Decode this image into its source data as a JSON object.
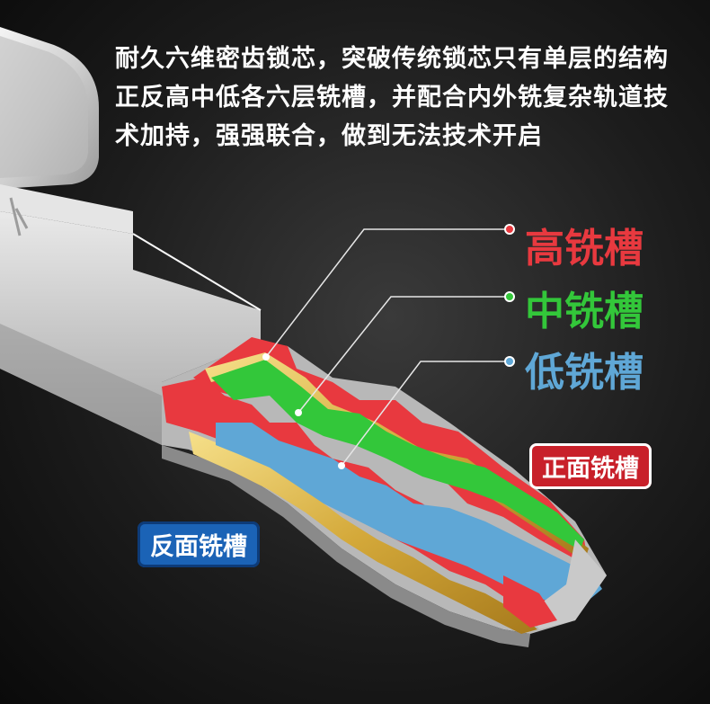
{
  "intro": {
    "line1": "耐久六维密齿锁芯，突破传统锁芯只有单层的结构",
    "line2": "正反高中低各六层铣槽，并配合内外铣复杂轨道技",
    "line3": "术加持，强强联合，做到无法技术开启"
  },
  "labels": {
    "high": "高铣槽",
    "mid": "中铣槽",
    "low": "低铣槽"
  },
  "badges": {
    "front": "正面铣槽",
    "back": "反面铣槽"
  },
  "colors": {
    "high": "#e8393f",
    "mid": "#33c73a",
    "low": "#5fa7d6",
    "front_badge": "#c8202a",
    "back_badge": "#1b63b6"
  }
}
